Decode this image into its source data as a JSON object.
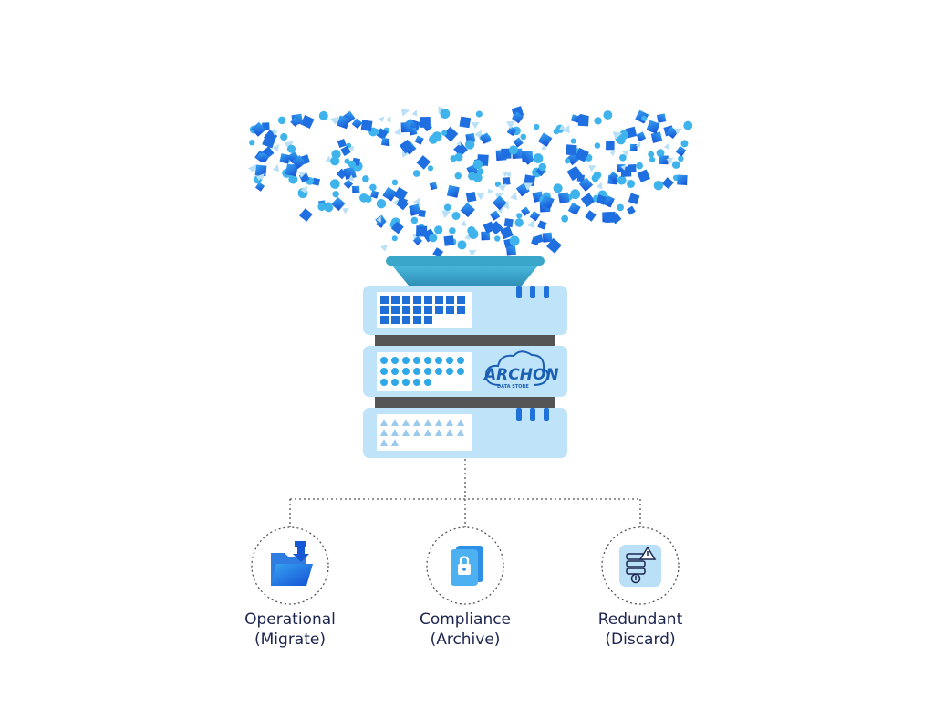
{
  "logo": {
    "name": "ARCHON",
    "tagline": "DATA STORE"
  },
  "outcomes": [
    {
      "title": "Operational",
      "action": "(Migrate)",
      "icon": "folder-download-icon"
    },
    {
      "title": "Compliance",
      "action": "(Archive)",
      "icon": "locked-document-icon"
    },
    {
      "title": "Redundant",
      "action": "(Discard)",
      "icon": "server-warning-icon"
    }
  ],
  "colors": {
    "deep_blue": "#1565d8",
    "sky_blue": "#3fb3ec",
    "pale_blue": "#b9e0f6",
    "server_panel": "#bfe3f8",
    "connector": "#555555",
    "text": "#1c2550",
    "funnel": "#3aa6c9"
  }
}
